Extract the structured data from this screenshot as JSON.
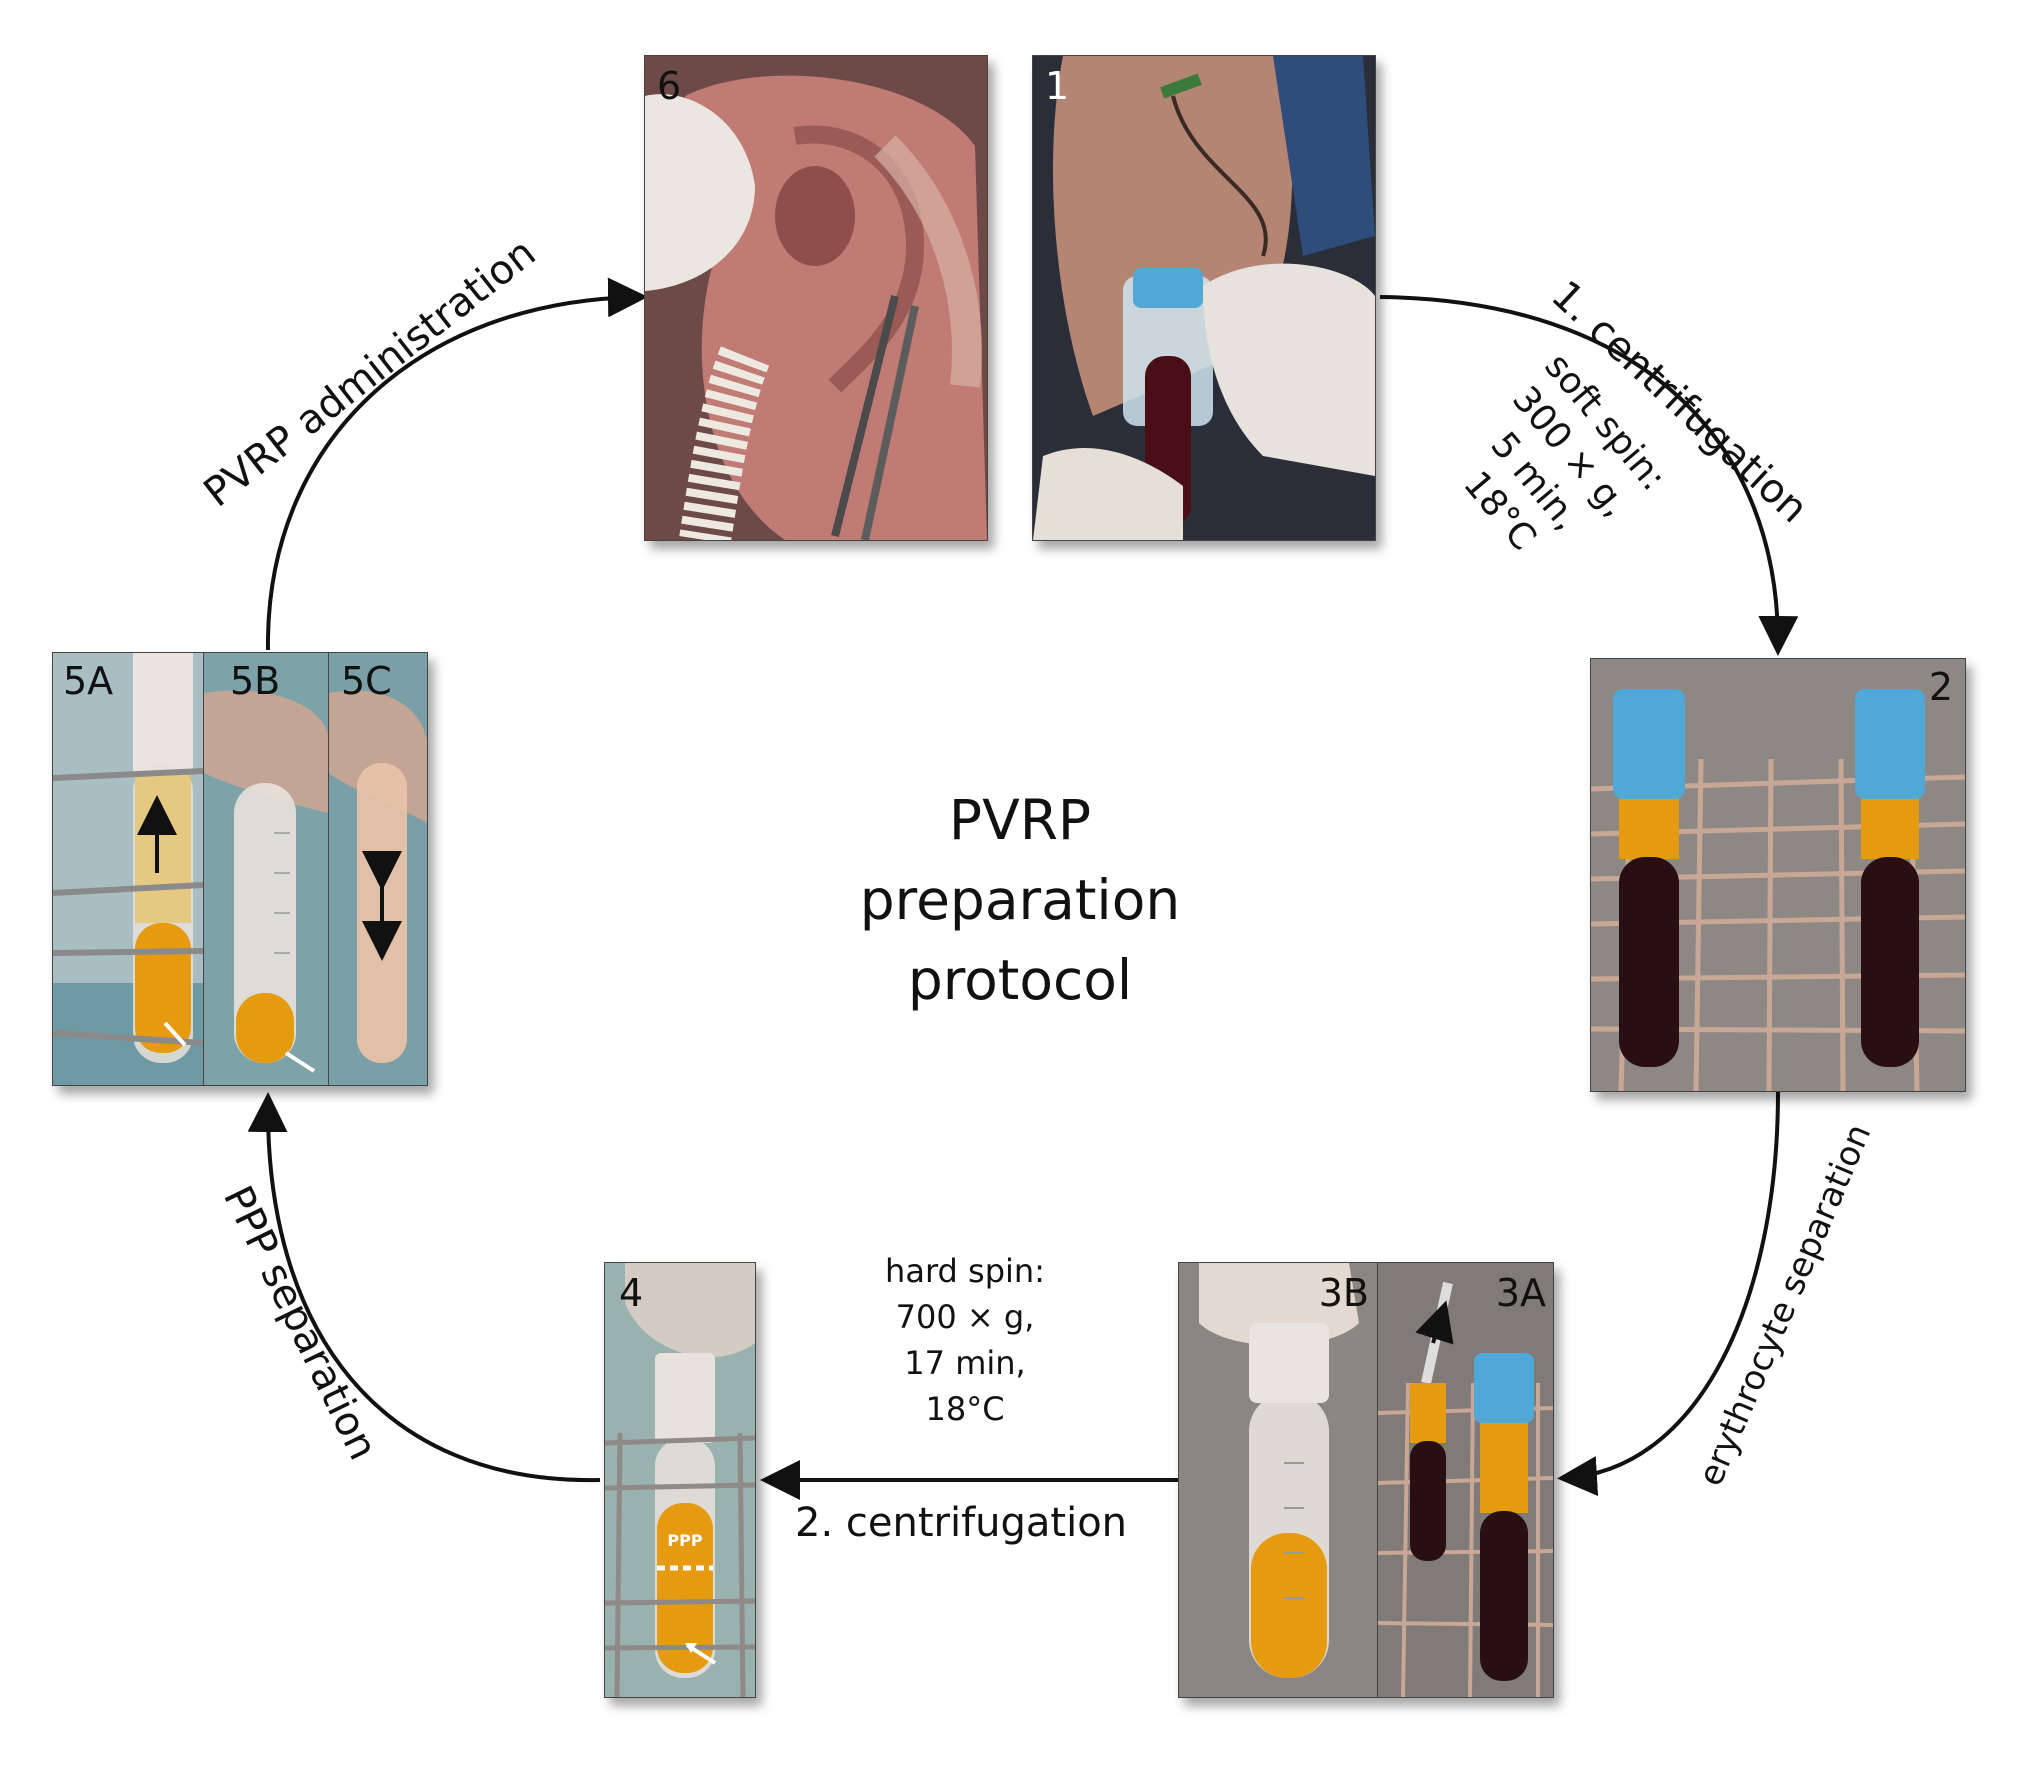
{
  "title": [
    "PVRP preparation",
    "protocol"
  ],
  "panels": {
    "p1": "1",
    "p2": "2",
    "p3a": "3A",
    "p3b": "3B",
    "p4": "4",
    "p4_ppp": "PPP",
    "p5a": "5A",
    "p5b": "5B",
    "p5c": "5C",
    "p6": "6"
  },
  "steps": {
    "centrifugation1": "1. centrifugation",
    "soft_spin": [
      "soft spin:",
      "300 × g,",
      "5 min,",
      "18°C"
    ],
    "erythrocyte_separation": "erythrocyte separation",
    "centrifugation2": "2. centrifugation",
    "hard_spin": [
      "hard spin:",
      "700 × g,",
      "17 min,",
      "18°C"
    ],
    "ppp_separation": "PPP separation",
    "administration": "PVRP administration"
  },
  "colors": {
    "tube_cap": "#4fa8d6",
    "plasma": "#e69a10",
    "erythrocytes": "#2a0f12",
    "rack": "#b89a8a",
    "glove": "#e8e2dc",
    "skin": "#c98f7c",
    "ear": "#c07b74"
  }
}
